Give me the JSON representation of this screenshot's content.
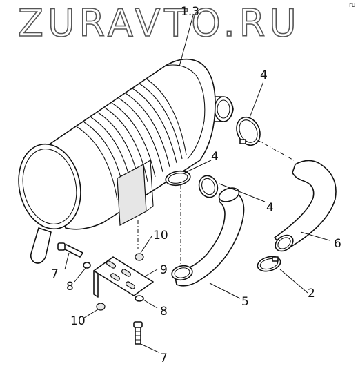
{
  "watermark": {
    "text": "ZURAVTO.RU"
  },
  "corner_mark": "ru",
  "callouts": [
    {
      "id": "c-1-3",
      "label": "1.3"
    },
    {
      "id": "c-4-a",
      "label": "4"
    },
    {
      "id": "c-4-b",
      "label": "4"
    },
    {
      "id": "c-4-c",
      "label": "4"
    },
    {
      "id": "c-6",
      "label": "6"
    },
    {
      "id": "c-2",
      "label": "2"
    },
    {
      "id": "c-5",
      "label": "5"
    },
    {
      "id": "c-9",
      "label": "9"
    },
    {
      "id": "c-10-a",
      "label": "10"
    },
    {
      "id": "c-10-b",
      "label": "10"
    },
    {
      "id": "c-8-a",
      "label": "8"
    },
    {
      "id": "c-8-b",
      "label": "8"
    },
    {
      "id": "c-7-a",
      "label": "7"
    },
    {
      "id": "c-7-b",
      "label": "7"
    }
  ]
}
